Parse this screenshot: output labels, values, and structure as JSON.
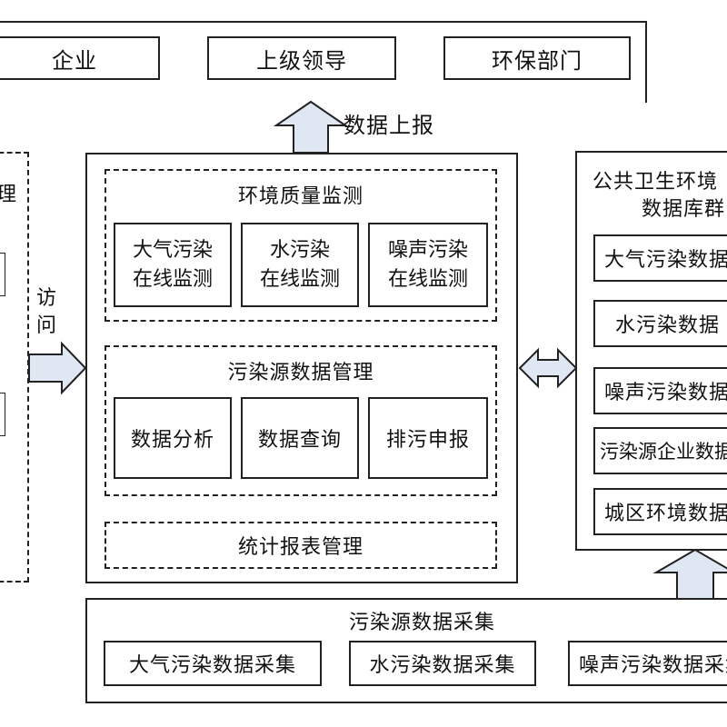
{
  "top_row": {
    "items": [
      "企业",
      "上级领导",
      "环保部门"
    ]
  },
  "report_label": "数据上报",
  "left_panel": {
    "title_fragment": "理",
    "access_label_1": "访",
    "access_label_2": "问"
  },
  "center_system": {
    "env_quality": {
      "title": "环境质量监测",
      "items": [
        {
          "line1": "大气污染",
          "line2": "在线监测"
        },
        {
          "line1": "水污染",
          "line2": "在线监测"
        },
        {
          "line1": "噪声污染",
          "line2": "在线监测"
        }
      ]
    },
    "pollution_mgmt": {
      "title": "污染源数据管理",
      "items": [
        "数据分析",
        "数据查询",
        "排污申报"
      ]
    },
    "stats": {
      "title": "统计报表管理"
    }
  },
  "right_panel": {
    "title_line1": "公共卫生环境",
    "title_line2": "数据库群",
    "items": [
      "大气污染数据",
      "水污染数据",
      "噪声污染数据",
      "污染源企业数据",
      "城区环境数据"
    ]
  },
  "bottom_panel": {
    "title": "污染源数据采集",
    "items": [
      "大气污染数据采集",
      "水污染数据采集",
      "噪声污染数据采集"
    ]
  }
}
